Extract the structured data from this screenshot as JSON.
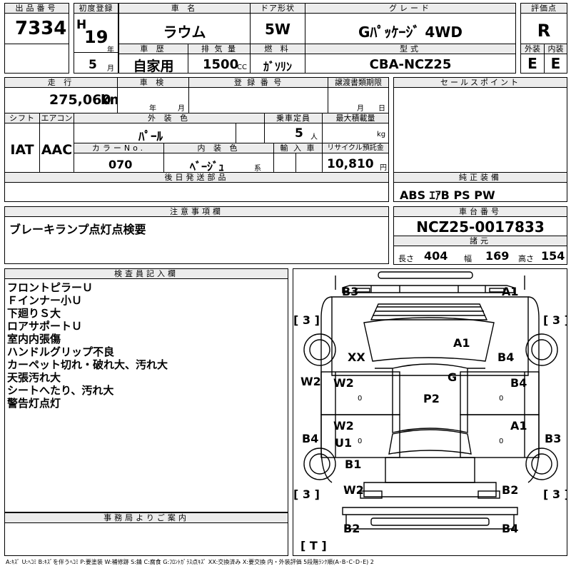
{
  "sheet": {
    "row1": {
      "lot_no_header": "出品番号",
      "lot_no": "7334",
      "first_reg_header": "初度登録",
      "era": "H",
      "year": "19",
      "year_unit": "年",
      "month": "5",
      "month_unit": "月",
      "car_name_header": "車 名",
      "car_name": "ラウム",
      "door_header": "ドア形状",
      "door": "5W",
      "grade_header": "グレード",
      "grade": "Gﾊﾟｯｹｰｼﾞ 4WD",
      "score_header": "評価点",
      "score": "R",
      "history_header": "車 歴",
      "history": "自家用",
      "displacement_header": "排 気 量",
      "displacement": "1500",
      "displacement_unit": "CC",
      "fuel_header": "燃 料",
      "fuel": "ｶﾞｿﾘﾝ",
      "model_header": "型式",
      "model": "CBA-NCZ25",
      "exterior_header": "外装",
      "exterior": "E",
      "interior_header": "内装",
      "interior": "E"
    },
    "row2": {
      "mileage_header": "走 行",
      "mileage": "275,060",
      "mileage_unit": "km",
      "inspection_header": "車 検",
      "inspection_year_unit": "年",
      "inspection_month_unit": "月",
      "reg_no_header": "登 録 番 号",
      "transfer_header": "譲渡書類期限",
      "transfer_month_unit": "月",
      "transfer_day_unit": "日",
      "sales_point_header": "セールスポイント",
      "shift_header": "シフト",
      "shift": "IAT",
      "aircon_header": "エアコン",
      "aircon": "AAC",
      "ext_color_header": "外 装 色",
      "ext_color": "ﾊﾟｰﾙ",
      "capacity_header": "乗車定員",
      "capacity": "5",
      "capacity_unit": "人",
      "max_load_header": "最大積載量",
      "max_load_unit": "kg",
      "color_no_header": "カラーNo.",
      "color_no": "070",
      "int_color_header": "内 装 色",
      "int_color": "ﾍﾞｰｼﾞｭ",
      "int_color_unit": "系",
      "import_header": "輸 入 車",
      "recycle_header": "リサイクル預託金",
      "recycle": "10,810",
      "recycle_unit": "円",
      "later_parts_header": "後日発送部品",
      "equipment_header": "純正装備",
      "equipment": "ABS ｴｱB PS PW"
    },
    "notes_header": "注意事項欄",
    "notes": "ブレーキランプ点灯点検要",
    "chassis_header": "車台番号",
    "chassis": "NCZ25-0017833",
    "spec_header": "諸元",
    "length_label": "長さ",
    "length": "404",
    "width_label": "幅",
    "width": "169",
    "height_label": "高さ",
    "height": "154",
    "inspector_header": "検査員記入欄",
    "inspector_lines": [
      "フロントピラーＵ",
      "Ｆインナー小Ｕ",
      "下廻りＳ大",
      "ロアサポートＵ",
      "室内内張傷",
      "ハンドルグリップ不良",
      "カーペット切れ・破れ大、汚れ大",
      "天張汚れ大",
      "シートへたり、汚れ大",
      "警告灯点灯"
    ],
    "office_header": "事務局よりご案内",
    "diagram": {
      "marks": [
        "B3",
        "A1",
        "XX",
        "A1",
        "B4",
        "G",
        "W2",
        "W2",
        "B4",
        "P2",
        "W2",
        "A1",
        "U1",
        "B3",
        "B4",
        "B1",
        "W2",
        "B2",
        "B2",
        "B4"
      ],
      "tires": [
        "[ 3 ]",
        "[ 3 ]",
        "[ 3 ]",
        "[ 3 ]",
        "[ T ]"
      ],
      "zero": "0"
    },
    "legend": "A:ｷｽﾞ U:ﾍｺﾐ B:ｷｽﾞを伴うﾍｺﾐ P:要塗装 W:補修跡 S:錆 C:腐食 G:ﾌﾛﾝﾄｶﾞﾗｽ点ｷｽﾞ XX:交換済み X:要交換 内・外装評価 5段階ﾗﾝｸ順(A･B･C･D･E) 2"
  }
}
